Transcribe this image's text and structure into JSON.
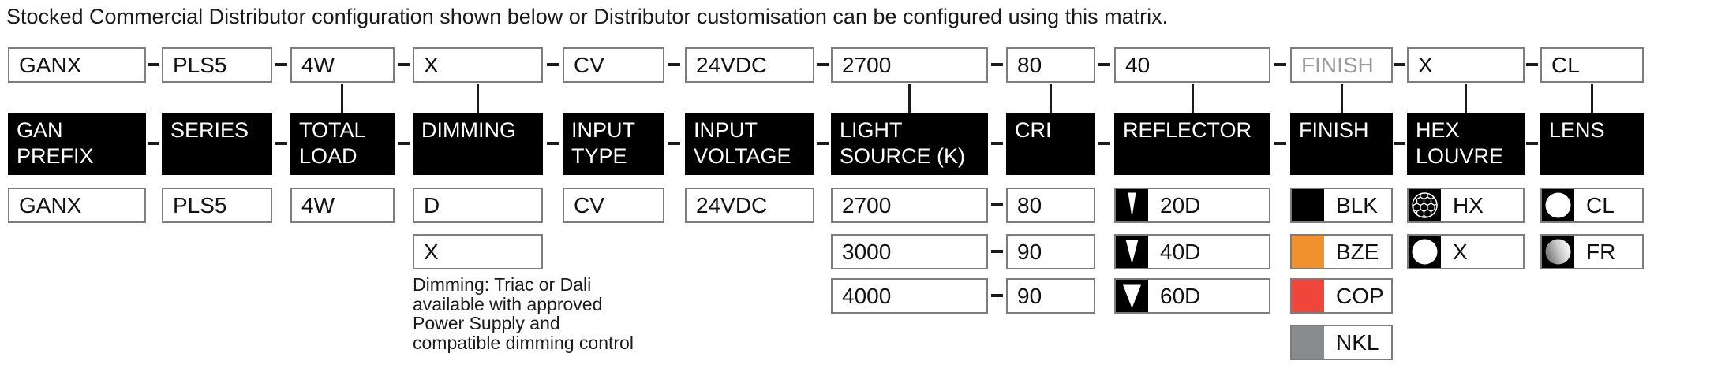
{
  "title": "Stocked Commercial Distributor configuration shown below or Distributor customisation can be configured using this matrix.",
  "dimming_note": "Dimming: Triac or Dali\navailable with approved\nPower Supply and\ncompatible dimming control",
  "colors": {
    "black_finish": "#000000",
    "bronze_finish": "#F0912E",
    "copper_finish": "#F0453B",
    "nickel_finish": "#8A8B8E"
  },
  "columns": [
    {
      "code": "GANX",
      "header": "GAN\nPREFIX",
      "options": [
        {
          "label": "GANX"
        }
      ]
    },
    {
      "code": "PLS5",
      "header": "SERIES",
      "options": [
        {
          "label": "PLS5"
        }
      ]
    },
    {
      "code": "4W",
      "header": "TOTAL\nLOAD",
      "options": [
        {
          "label": "4W"
        }
      ]
    },
    {
      "code": "X",
      "header": "DIMMING",
      "options": [
        {
          "label": "D"
        },
        {
          "label": "X"
        }
      ]
    },
    {
      "code": "CV",
      "header": "INPUT\nTYPE",
      "options": [
        {
          "label": "CV"
        }
      ]
    },
    {
      "code": "24VDC",
      "header": "INPUT\nVOLTAGE",
      "options": [
        {
          "label": "24VDC"
        }
      ]
    },
    {
      "code": "2700",
      "header": "LIGHT\nSOURCE (K)",
      "options": [
        {
          "label": "2700"
        },
        {
          "label": "3000"
        },
        {
          "label": "4000"
        }
      ]
    },
    {
      "code": "80",
      "header": "CRI",
      "options": [
        {
          "label": "80"
        },
        {
          "label": "90"
        },
        {
          "label": "90"
        }
      ]
    },
    {
      "code": "40",
      "header": "REFLECTOR",
      "options": [
        {
          "label": "20D",
          "icon": "beam-narrow"
        },
        {
          "label": "40D",
          "icon": "beam-medium"
        },
        {
          "label": "60D",
          "icon": "beam-wide"
        }
      ]
    },
    {
      "code": "FINISH",
      "header": "FINISH",
      "placeholder": true,
      "options": [
        {
          "label": "BLK",
          "swatch": "#000000"
        },
        {
          "label": "BZE",
          "swatch": "#F0912E"
        },
        {
          "label": "COP",
          "swatch": "#F0453B"
        },
        {
          "label": "NKL",
          "swatch": "#8A8B8E"
        }
      ]
    },
    {
      "code": "X",
      "header": "HEX\nLOUVRE",
      "options": [
        {
          "label": "HX",
          "icon": "hex-mesh"
        },
        {
          "label": "X",
          "icon": "circle-plain"
        }
      ]
    },
    {
      "code": "CL",
      "header": "LENS",
      "options": [
        {
          "label": "CL",
          "icon": "circle-clear"
        },
        {
          "label": "FR",
          "icon": "circle-frosted"
        }
      ]
    }
  ]
}
